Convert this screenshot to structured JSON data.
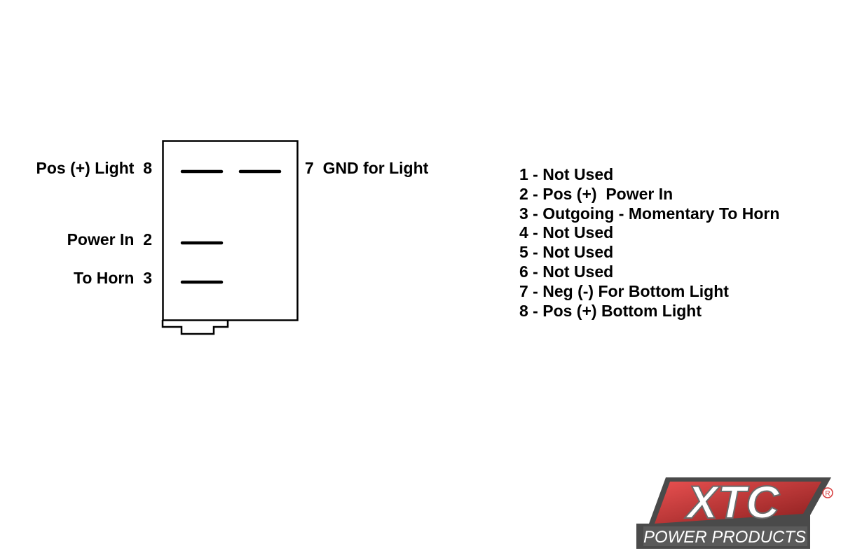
{
  "diagram": {
    "type": "switch-pinout",
    "left_labels": {
      "pin8": "Pos (+) Light  8",
      "pin2": "Power In  2",
      "pin3": "To Horn  3"
    },
    "right_labels": {
      "pin7": "7  GND for Light"
    },
    "pins_drawn": [
      8,
      7,
      2,
      3
    ]
  },
  "legend": {
    "items": [
      "1 - Not Used",
      "2 - Pos (+)  Power In",
      "3 - Outgoing - Momentary To Horn",
      "4 - Not Used",
      "5 - Not Used",
      "6 - Not Used",
      "7 - Neg (-) For Bottom Light",
      "8 - Pos (+) Bottom Light"
    ]
  },
  "logo": {
    "brand": "XTC",
    "tagline": "POWER PRODUCTS",
    "registered": "R",
    "colors": {
      "red": "#d63a3a",
      "dark": "#4a4a4a",
      "gray": "#8a8a8a",
      "white": "#ffffff"
    }
  }
}
